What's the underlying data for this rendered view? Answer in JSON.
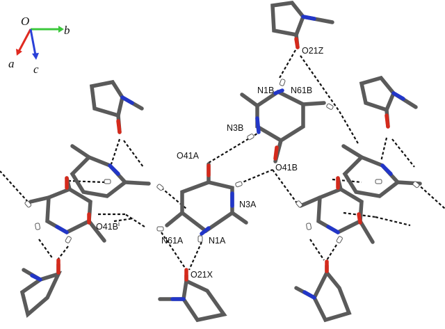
{
  "axes": {
    "origin": "O",
    "a": "a",
    "b": "b",
    "c": "c"
  },
  "labels": {
    "o21z": "O21Z",
    "n1b": "N1B",
    "n61b": "N61B",
    "n3b": "N3B",
    "o41a": "O41A",
    "o41b": "O41B",
    "n3a": "N3A",
    "o41bi": "O41B",
    "o41bi_sup": "i",
    "n61a": "N61A",
    "n1a": "N1A",
    "o21x": "O21X"
  },
  "colors": {
    "carbon": "#5a5a5a",
    "nitrogen": "#2236c8",
    "oxygen": "#d42a1c",
    "sulfur": "#f0b818",
    "hydrogen": "#ffffff",
    "axis_a": "#e02a20",
    "axis_b": "#3cc83c",
    "axis_c": "#2a40d8"
  }
}
